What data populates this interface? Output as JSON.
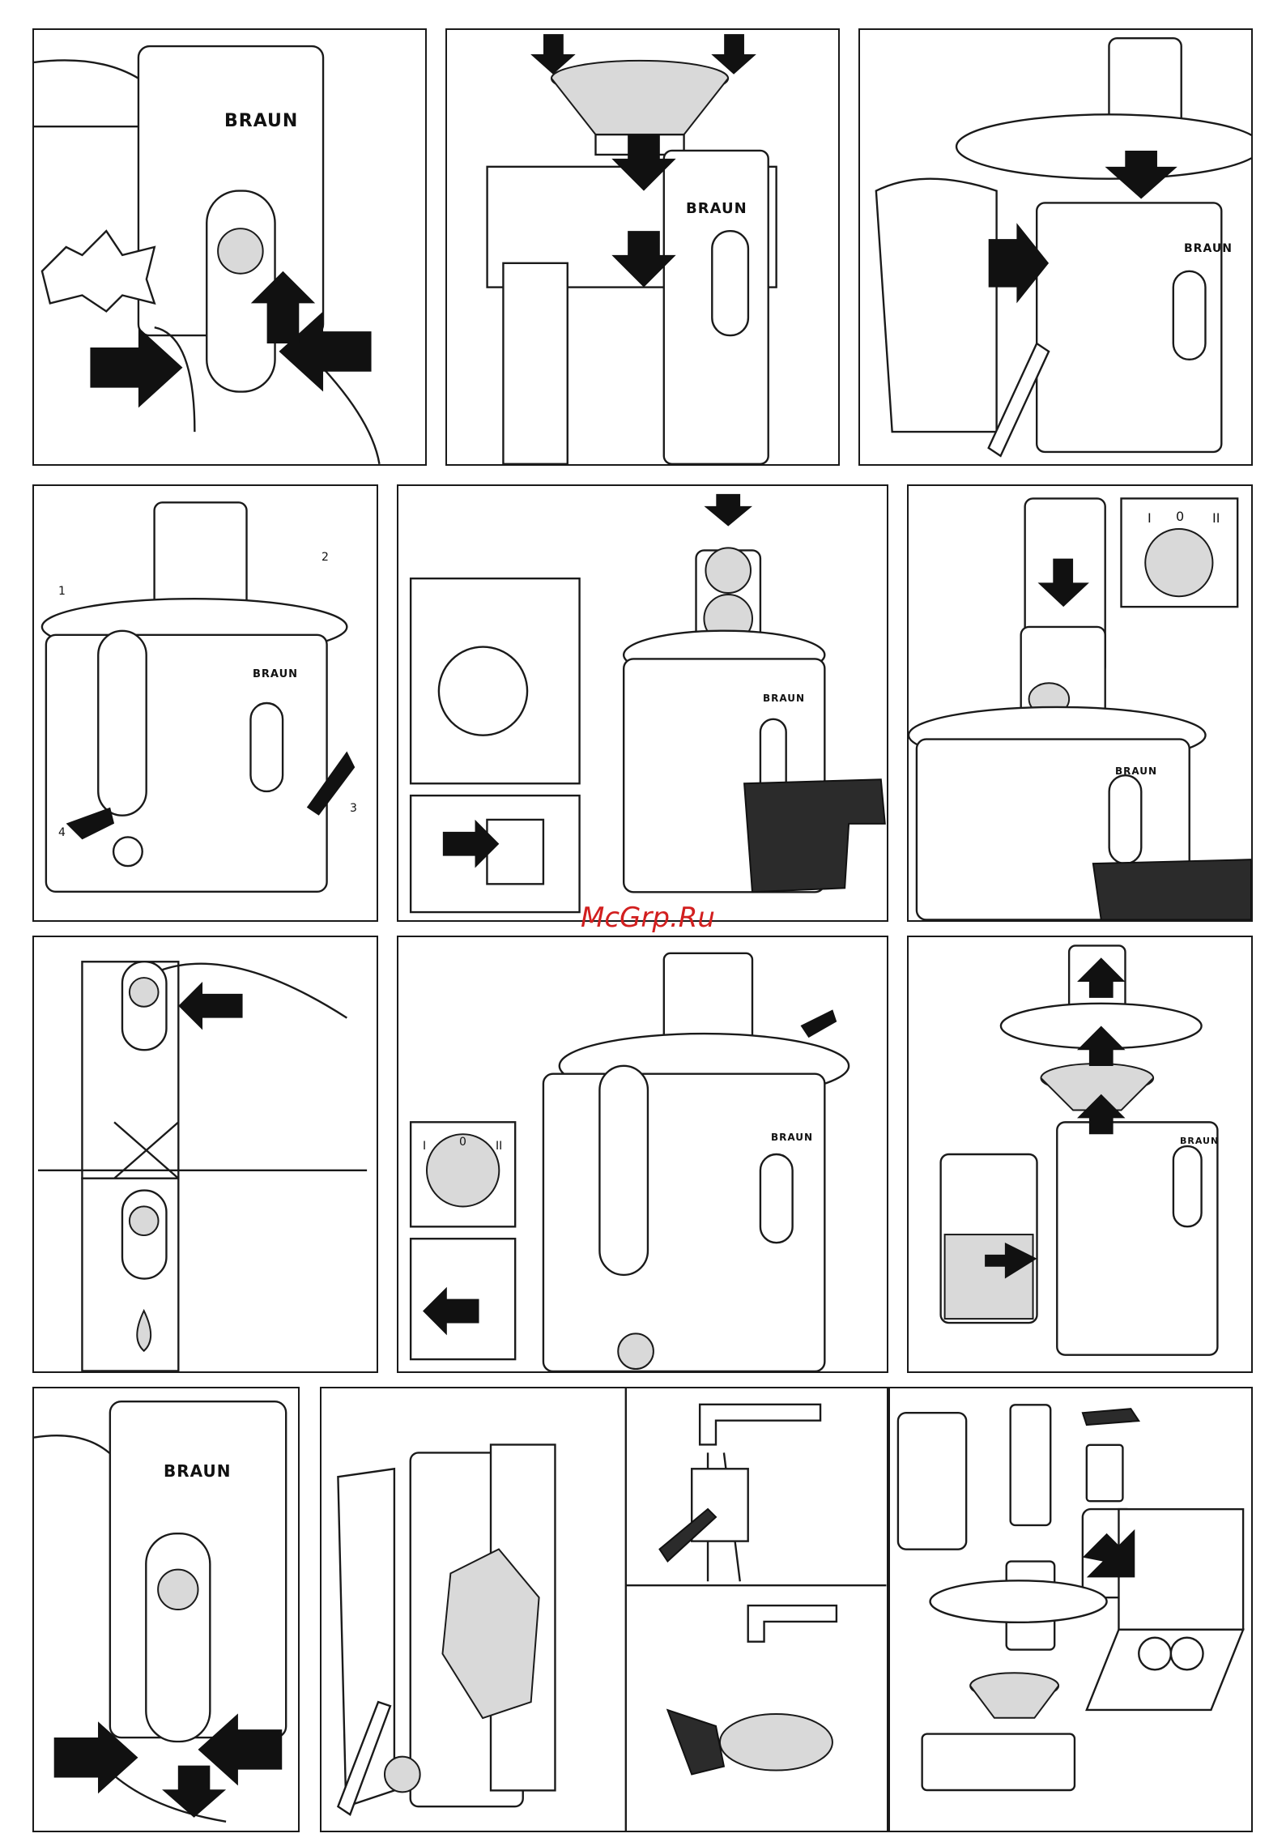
{
  "watermark": "McGrp.Ru",
  "brand": "BRAUN",
  "dial": {
    "off": "0",
    "pos1": "I",
    "pos2": "II"
  },
  "callouts": {
    "1": "1",
    "2": "2",
    "3": "3",
    "4": "4"
  }
}
